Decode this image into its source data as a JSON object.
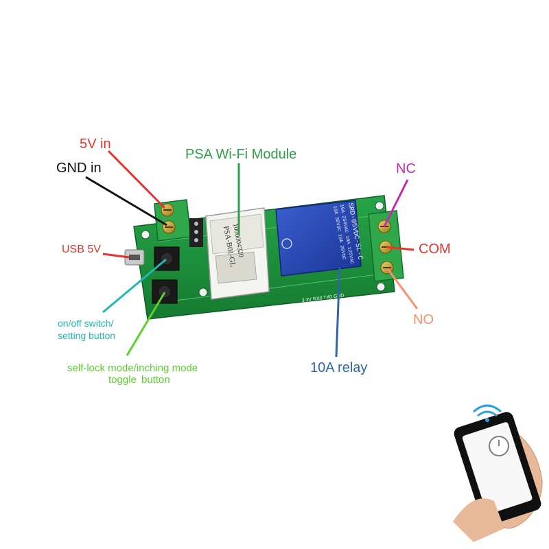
{
  "labels": {
    "five_v_in": "5V in",
    "gnd_in": "GND in",
    "usb_5v": "USB 5V",
    "wifi_module": "PSA Wi-Fi Module",
    "nc": "NC",
    "com": "COM",
    "no": "NO",
    "onoff_line1": "on/off switch/",
    "onoff_line2": "setting button",
    "selflock_line1": "self-lock mode/inching mode",
    "selflock_line2a": "toggle",
    "selflock_line2b": "button",
    "relay": "10A relay"
  },
  "board_print": {
    "module_line1": "PSA-B01-GL",
    "module_line2": "1000004320",
    "relay_line1": "SRD-05VDC-SL-C",
    "relay_line2": "10A 250VAC 10A 125VAC",
    "relay_line3": "10A 30VDC 10A 28VDC",
    "header": "3.3V RX0 TX0 GND"
  },
  "colors": {
    "label_red": "#e8322e",
    "label_black": "#111111",
    "label_green": "#2f9e47",
    "label_teal": "#1fb8b3",
    "label_lime": "#5ad12c",
    "label_blue": "#2f66a8",
    "label_orange": "#ff8f6b",
    "label_magenta": "#c22bb0",
    "pcb": "#1d8f3b",
    "relay": "#1f3fa8"
  },
  "icons": {
    "phone": "smartphone-app-icon",
    "wifi": "wifi-icon"
  }
}
